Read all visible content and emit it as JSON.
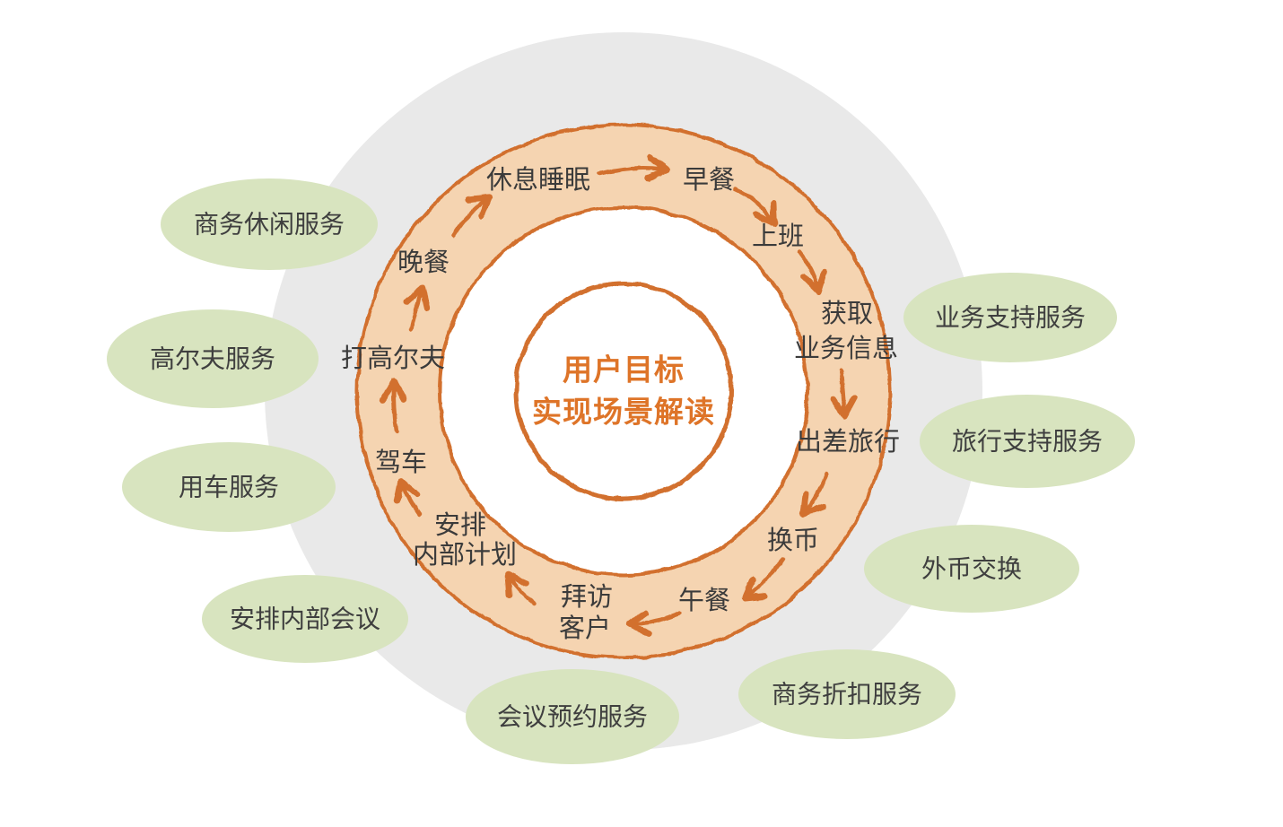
{
  "center": {
    "line1": "用户目标",
    "line2": "实现场景解读"
  },
  "cycle_steps": [
    {
      "label": "休息睡眠"
    },
    {
      "label": "早餐"
    },
    {
      "label": "上班"
    },
    {
      "label": "获取业务信息",
      "line1": "获取",
      "line2": "业务信息"
    },
    {
      "label": "出差旅行"
    },
    {
      "label": "换币"
    },
    {
      "label": "午餐"
    },
    {
      "label": "拜访客户",
      "line1": "拜访",
      "line2": "客户"
    },
    {
      "label": "安排内部计划",
      "line1": "安排",
      "line2": "内部计划"
    },
    {
      "label": "驾车"
    },
    {
      "label": "打高尔夫"
    },
    {
      "label": "晚餐"
    }
  ],
  "services": [
    {
      "label": "商务休闲服务"
    },
    {
      "label": "高尔夫服务"
    },
    {
      "label": "用车服务"
    },
    {
      "label": "安排内部会议"
    },
    {
      "label": "会议预约服务"
    },
    {
      "label": "商务折扣服务"
    },
    {
      "label": "外币交换"
    },
    {
      "label": "旅行支持服务"
    },
    {
      "label": "业务支持服务"
    }
  ],
  "colors": {
    "background": "#ffffff",
    "outer_circle_gray": "#e9e9e9",
    "ring_fill": "#f5d4b1",
    "ring_border": "#d2702d",
    "center_text_orange": "#de7428",
    "step_text": "#3b3b3b",
    "service_fill": "#d8e4bf",
    "service_text": "#3f3f3f"
  }
}
